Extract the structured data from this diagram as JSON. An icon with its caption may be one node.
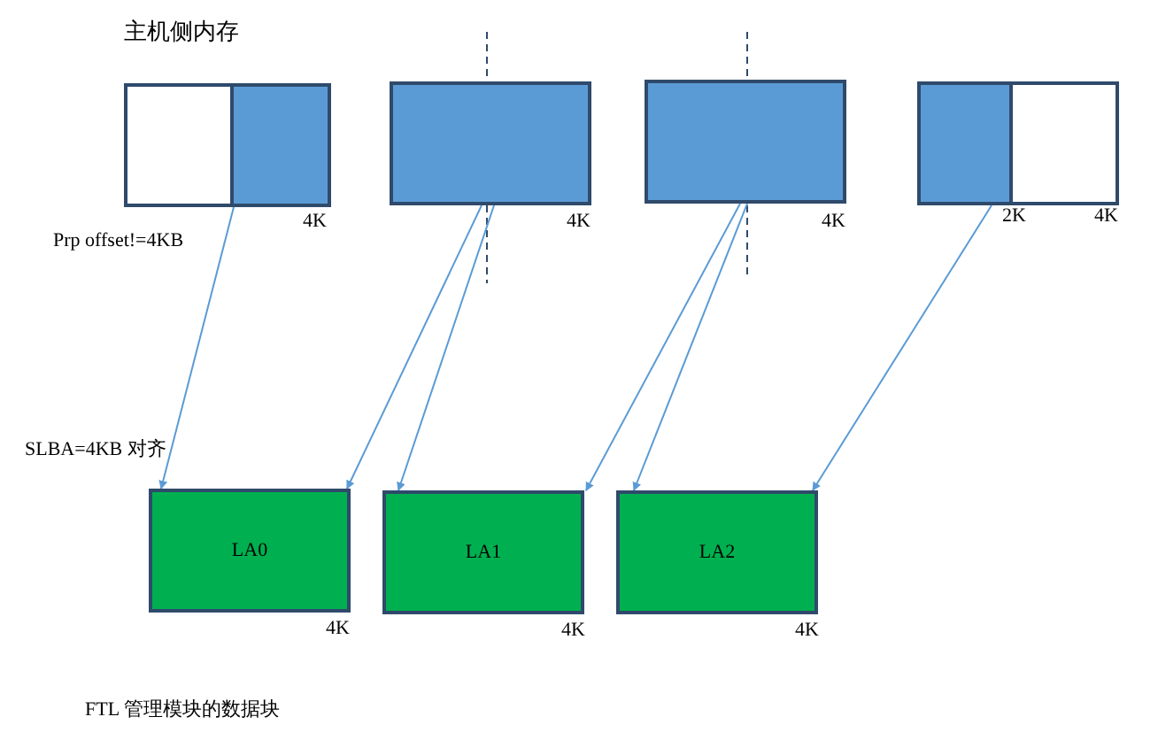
{
  "diagram": {
    "nodes": [
      {
        "text": [],
        "shape": "box",
        "beside": [
          "4K"
        ]
      },
      {
        "text": [],
        "shape": "box",
        "in": 0
      },
      {
        "text": [],
        "shape": "box",
        "beside": [
          "4K"
        ]
      },
      {
        "text": [],
        "shape": "box",
        "beside": [
          "4K"
        ]
      },
      {
        "text": [],
        "shape": "box",
        "beside": [
          "4K"
        ]
      },
      {
        "text": [],
        "shape": "box",
        "in": 4,
        "beside": [
          "2K"
        ]
      },
      {
        "text": [
          "LA0"
        ],
        "beside": [
          "4K"
        ]
      },
      {
        "text": [
          "LA1"
        ],
        "beside": [
          "4K"
        ]
      },
      {
        "text": [
          "LA2"
        ],
        "beside": [
          "4K"
        ]
      }
    ],
    "edges": [
      {
        "from": 1,
        "to": 6,
        "arrow": "to"
      },
      {
        "from": 2,
        "to": 6,
        "arrow": "to"
      },
      {
        "from": 2,
        "to": 7,
        "arrow": "to"
      },
      {
        "from": 3,
        "to": 7,
        "arrow": "to"
      },
      {
        "from": 3,
        "to": 8,
        "arrow": "to"
      },
      {
        "from": 5,
        "to": 8,
        "arrow": "to"
      }
    ],
    "labels": [
      "主机侧内存",
      "Prp offset!=4KB",
      "SLBA=4KB 对齐",
      "FTL 管理模块的数据块"
    ]
  }
}
